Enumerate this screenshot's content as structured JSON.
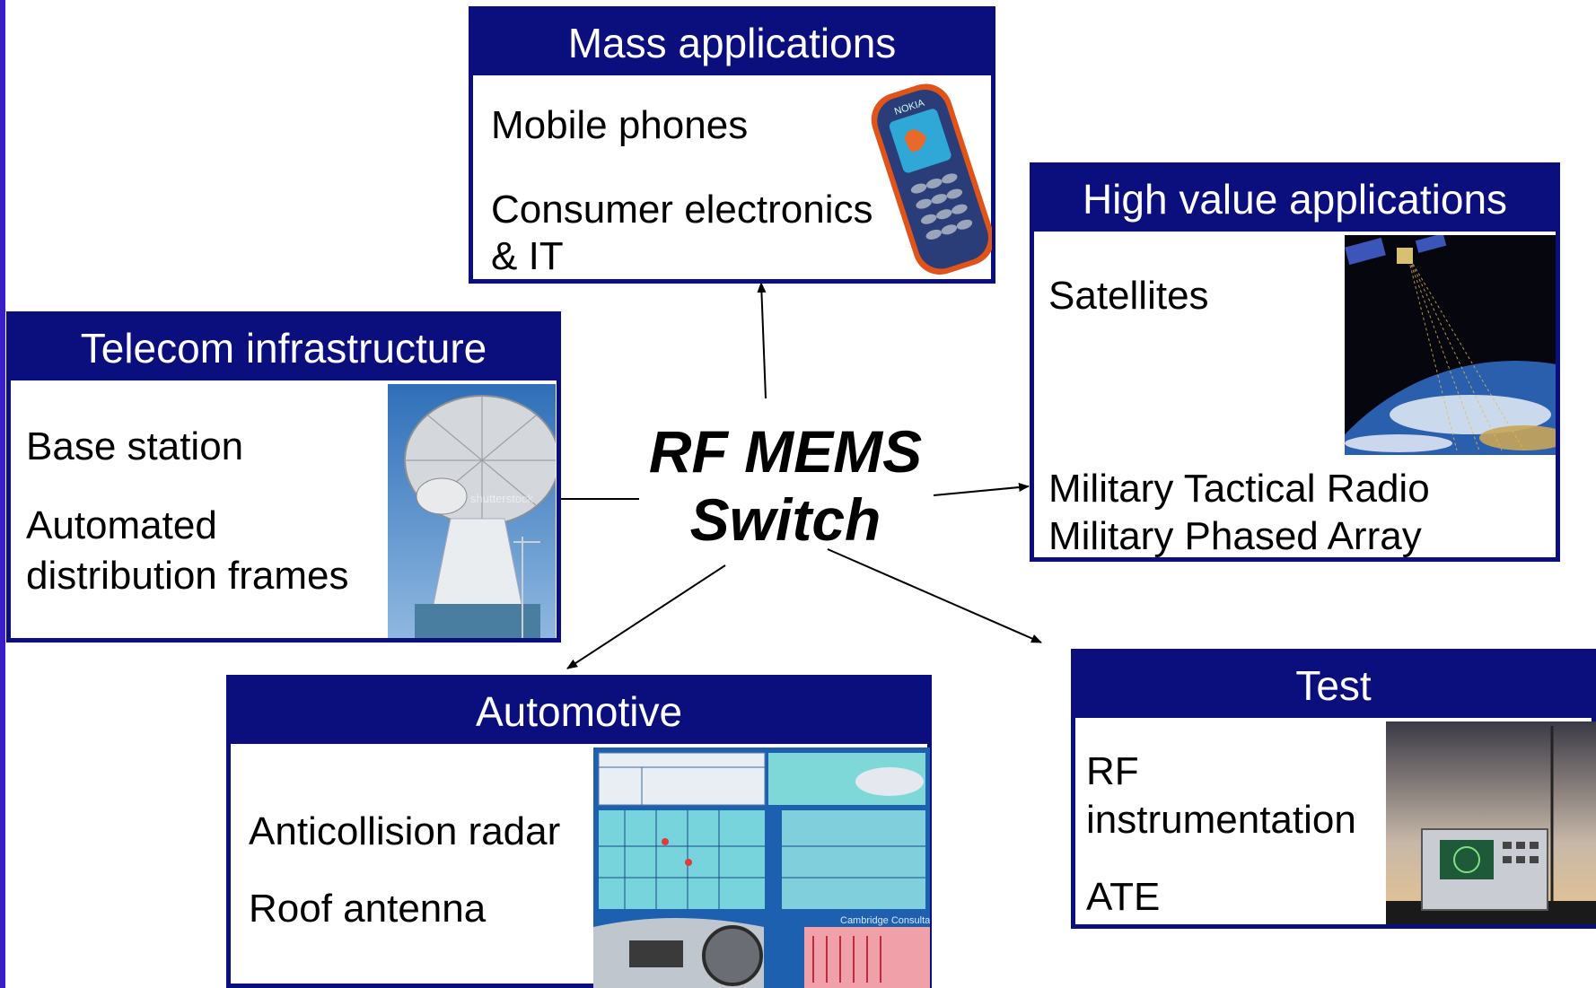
{
  "center": {
    "line1": "RF MEMS",
    "line2": "Switch"
  },
  "panels": {
    "mass": {
      "title": "Mass applications",
      "items": [
        "Mobile phones",
        "Consumer electronics",
        "& IT"
      ]
    },
    "high_value": {
      "title": "High value applications",
      "items": [
        "Satellites",
        "Military Tactical Radio",
        "Military Phased Array"
      ]
    },
    "telecom": {
      "title": "Telecom infrastructure",
      "items": [
        "Base station",
        "Automated",
        "distribution frames"
      ]
    },
    "automotive": {
      "title": "Automotive",
      "items": [
        "Anticollision radar",
        "Roof antenna"
      ]
    },
    "test": {
      "title": "Test",
      "items": [
        "RF",
        "instrumentation",
        "ATE"
      ]
    }
  },
  "images": {
    "phone": "nokia-phone-photo",
    "satellite": "satellite-over-earth-photo",
    "dish": "satellite-dish-antenna-photo",
    "radar": "automotive-radar-display-screenshot",
    "instrument": "rf-test-instrument-photo"
  },
  "watermarks": {
    "dish": "shutterstock",
    "radar": "Cambridge Consultants"
  },
  "colors": {
    "panel_navy": "#0b0f7d",
    "accent_bar": "#3a1ec8"
  }
}
